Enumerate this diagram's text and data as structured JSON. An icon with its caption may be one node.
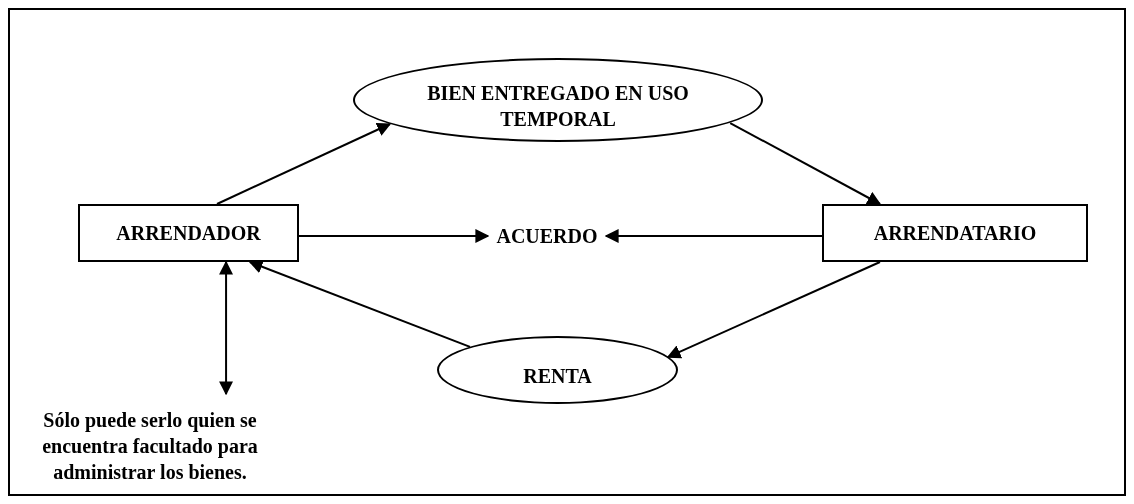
{
  "diagram": {
    "nodes": [
      {
        "text": [
          "ARRENDADOR"
        ]
      },
      {
        "text": [
          "BIEN ENTREGADO EN USO TEMPORAL"
        ]
      },
      {
        "text": [
          "ARRENDATARIO"
        ]
      },
      {
        "text": [
          "ACUERDO"
        ]
      },
      {
        "text": [
          "RENTA"
        ]
      },
      {
        "text": [
          "Sólo puede serlo quien se encuentra facultado para administrar los bienes."
        ]
      }
    ],
    "edges": [
      {
        "from": 0,
        "to": 1,
        "arrow": "to"
      },
      {
        "from": 1,
        "to": 2,
        "arrow": "to"
      },
      {
        "from": 0,
        "to": 3,
        "arrow": "to"
      },
      {
        "from": 2,
        "to": 3,
        "arrow": "to"
      },
      {
        "from": 2,
        "to": 4,
        "arrow": "to"
      },
      {
        "from": 4,
        "to": 0,
        "arrow": "to"
      },
      {
        "from": 0,
        "to": 5,
        "arrow": "both"
      }
    ]
  }
}
